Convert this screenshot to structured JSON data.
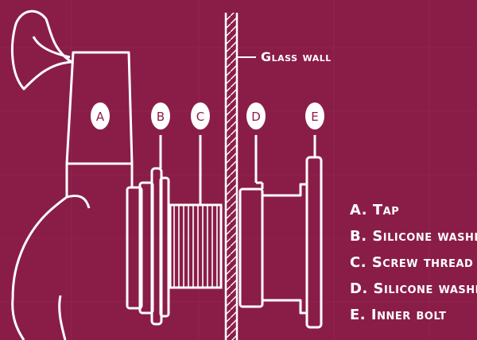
{
  "diagram": {
    "callout": {
      "text": "Glass wall"
    },
    "badges": [
      "A",
      "B",
      "C",
      "D",
      "E"
    ],
    "legend": [
      {
        "text": "A. Tap"
      },
      {
        "text": "B. Silicone washer"
      },
      {
        "text": "C. Screw thread"
      },
      {
        "text": "D. Silicone washer"
      },
      {
        "text": "E. Inner bolt"
      }
    ]
  },
  "colors": {
    "background": "#8a1d48",
    "line": "#ffffff"
  }
}
